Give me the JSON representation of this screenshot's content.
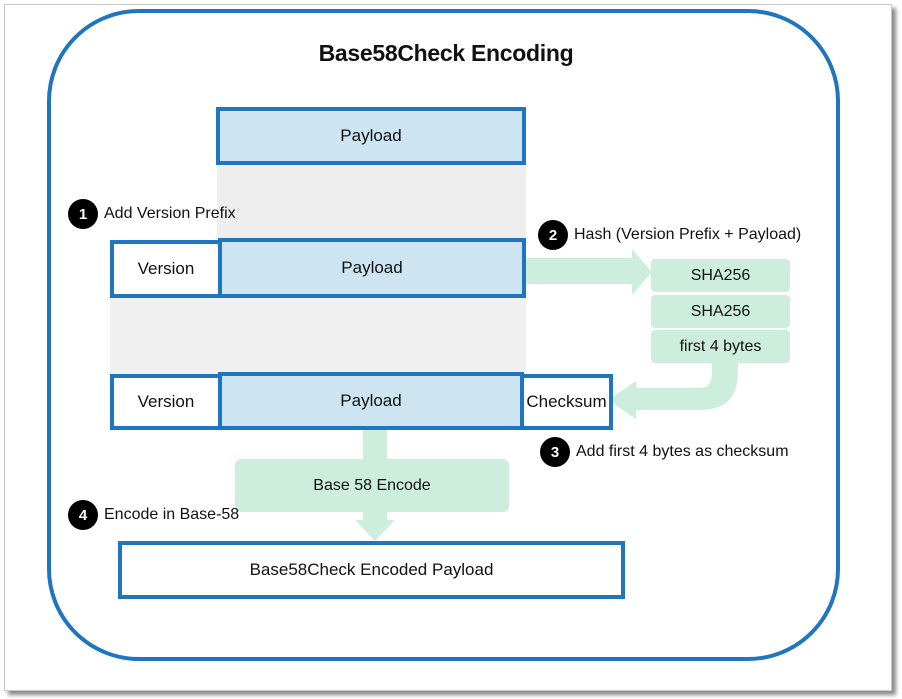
{
  "title": "Base58Check Encoding",
  "boxes": {
    "payload_top": "Payload",
    "version_row2": "Version",
    "payload_row2": "Payload",
    "version_row3": "Version",
    "payload_row3": "Payload",
    "checksum_row3": "Checksum",
    "encoded_output": "Base58Check Encoded Payload"
  },
  "hash_steps": [
    "SHA256",
    "SHA256",
    "first 4 bytes"
  ],
  "encode_step": "Base 58 Encode",
  "steps": [
    {
      "number": "1",
      "label": "Add Version Prefix"
    },
    {
      "number": "2",
      "label": "Hash (Version Prefix + Payload)"
    },
    {
      "number": "3",
      "label": "Add first 4 bytes as checksum"
    },
    {
      "number": "4",
      "label": "Encode in Base-58"
    }
  ],
  "colors": {
    "border_blue": "#1f76bf",
    "payload_fill": "#cde4f2",
    "process_green": "#cdeedd",
    "funnel_gray": "#eeeeee"
  }
}
